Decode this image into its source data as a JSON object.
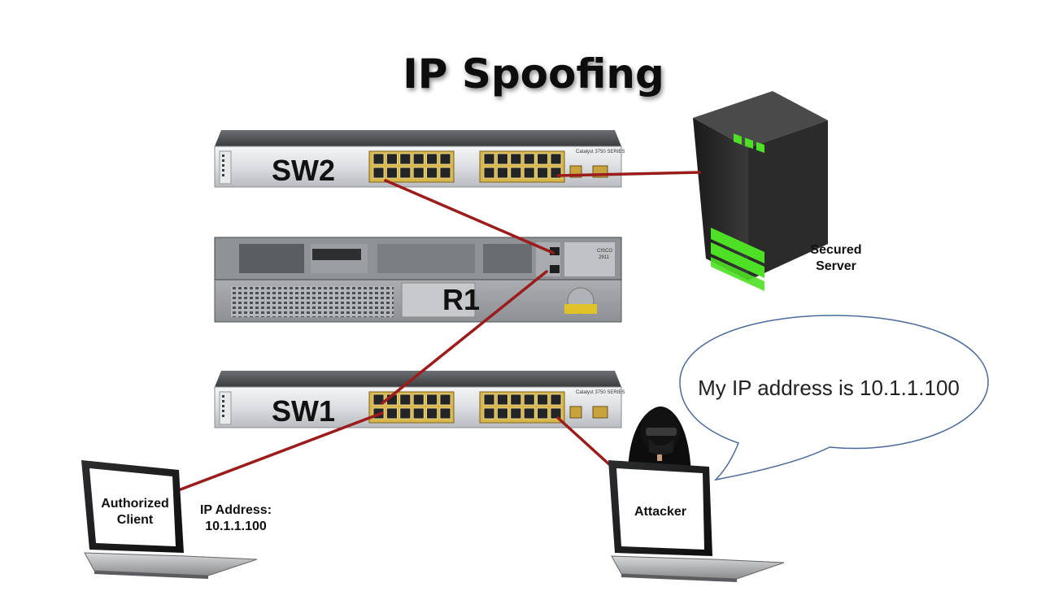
{
  "title": "IP Spoofing",
  "devices": {
    "sw2": {
      "label": "SW2",
      "model": "Catalyst 3750 SERIES"
    },
    "r1": {
      "label": "R1",
      "brand": "CISCO",
      "model": "2911"
    },
    "sw1": {
      "label": "SW1",
      "model": "Catalyst 3750 SERIES"
    },
    "server": {
      "label_line1": "Secured",
      "label_line2": "Server"
    },
    "client": {
      "label_line1": "Authorized",
      "label_line2": "Client"
    },
    "attacker": {
      "label": "Attacker"
    }
  },
  "client_ip": {
    "line1": "IP Address:",
    "line2": "10.1.1.100"
  },
  "speech_bubble": {
    "text": "My IP address is 10.1.1.100"
  },
  "colors": {
    "cable": "#9c1c1c",
    "server_led": "#4ee024",
    "bubble_stroke": "#4a6a9a"
  }
}
